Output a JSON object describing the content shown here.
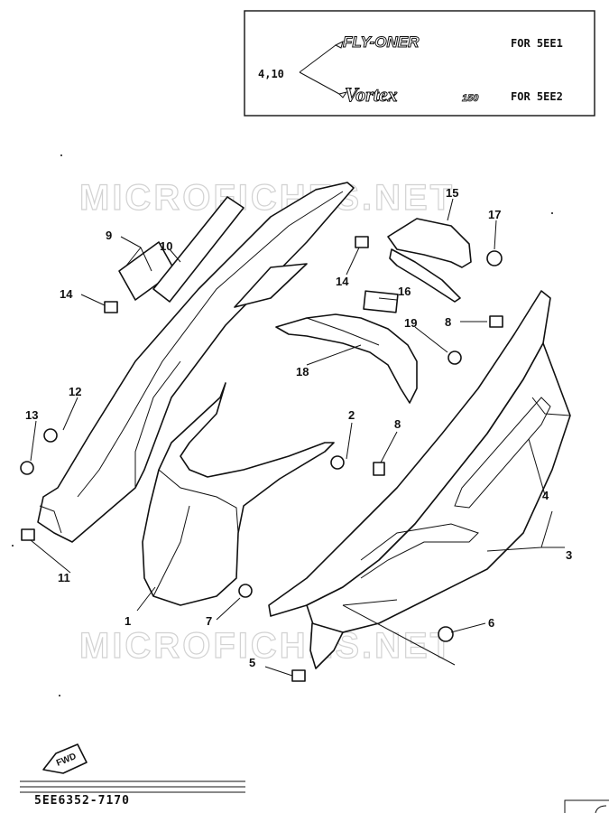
{
  "watermark": "MICROFICHES.NET",
  "legend": {
    "ref": "4,10",
    "variants": [
      {
        "logo": "FLY-ONER",
        "label": "FOR 5EE1"
      },
      {
        "logo": "Vortex",
        "logo_suffix": "150",
        "label": "FOR 5EE2"
      }
    ]
  },
  "fwd_label": "FWD",
  "part_code": "5EE6352-7170",
  "callouts": [
    "1",
    "2",
    "3",
    "4",
    "5",
    "6",
    "7",
    "8",
    "8",
    "9",
    "10",
    "11",
    "12",
    "13",
    "14",
    "14",
    "15",
    "16",
    "17",
    "18",
    "19"
  ]
}
